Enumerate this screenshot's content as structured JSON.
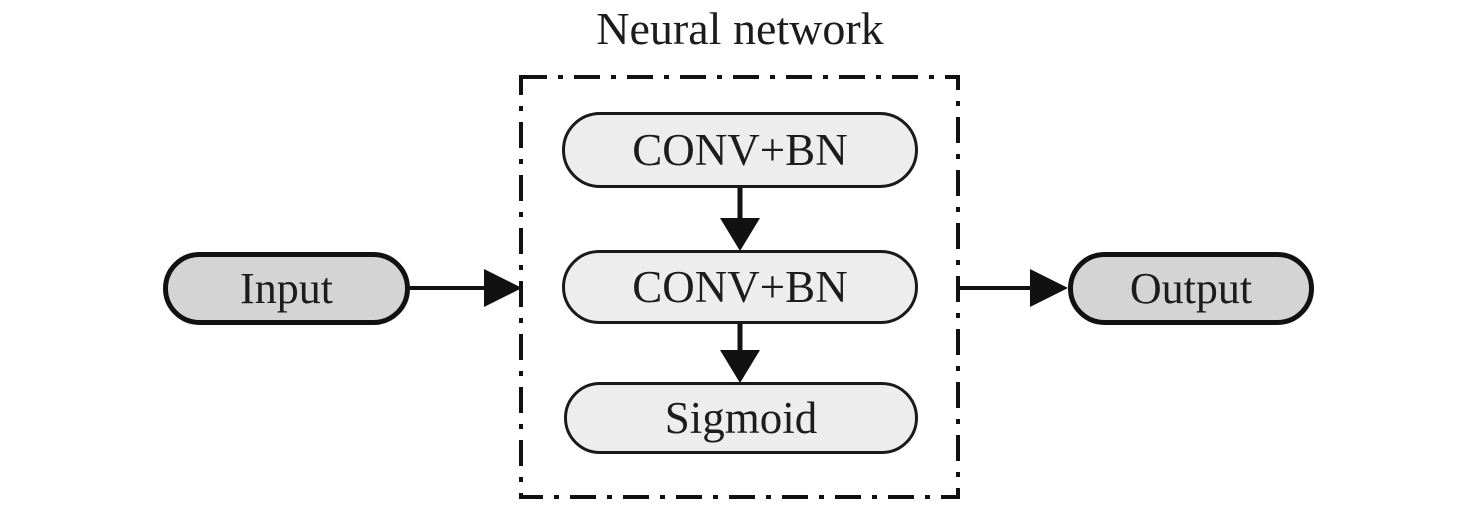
{
  "figure": {
    "title": "Neural network",
    "type": "flow-diagram"
  },
  "nodes": {
    "input": {
      "label": "Input",
      "role": "input"
    },
    "conv1": {
      "label": "CONV+BN",
      "role": "layer"
    },
    "conv2": {
      "label": "CONV+BN",
      "role": "layer"
    },
    "sigmoid": {
      "label": "Sigmoid",
      "role": "activation"
    },
    "output": {
      "label": "Output",
      "role": "output"
    }
  },
  "edges": [
    {
      "from": "input",
      "to": "neural-network-box"
    },
    {
      "from": "conv1",
      "to": "conv2"
    },
    {
      "from": "conv2",
      "to": "sigmoid"
    },
    {
      "from": "neural-network-box",
      "to": "output"
    }
  ],
  "colors": {
    "ink": "#111111",
    "inner_node_fill": "#ededed",
    "io_node_fill": "#d4d4d4",
    "background": "#ffffff"
  }
}
